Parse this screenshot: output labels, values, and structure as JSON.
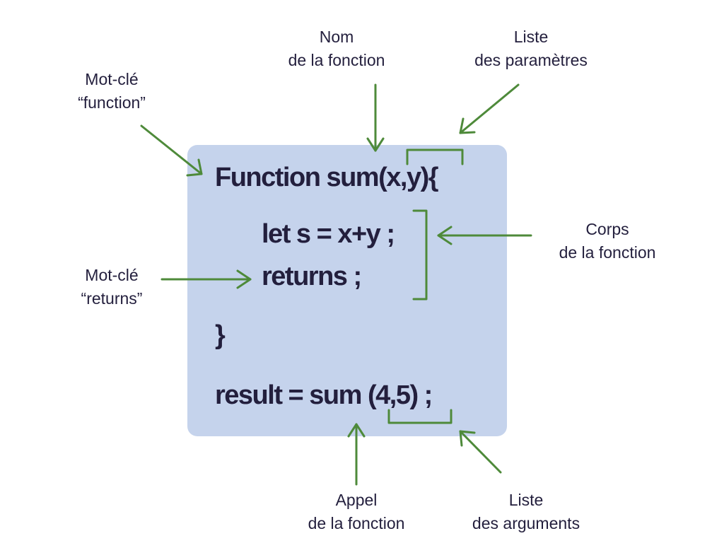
{
  "colors": {
    "code_background": "#c5d3ec",
    "code_text": "#231f3d",
    "arrow": "#4e8a3a",
    "label_text": "#231f3d"
  },
  "code": {
    "line1": "Function sum(x,y){",
    "line2": "let s = x+y ;",
    "line3": "returns ;",
    "line4": "}",
    "line5": "result = sum (4,5) ;"
  },
  "labels": {
    "function_keyword": {
      "line1": "Mot-clé",
      "line2": "“function”"
    },
    "function_name": {
      "line1": "Nom",
      "line2": "de la fonction"
    },
    "parameter_list": {
      "line1": "Liste",
      "line2": "des paramètres"
    },
    "function_body": {
      "line1": "Corps",
      "line2": "de la fonction"
    },
    "returns_keyword": {
      "line1": "Mot-clé",
      "line2": "“returns”"
    },
    "function_call": {
      "line1": "Appel",
      "line2": "de la fonction"
    },
    "argument_list": {
      "line1": "Liste",
      "line2": "des arguments"
    }
  }
}
